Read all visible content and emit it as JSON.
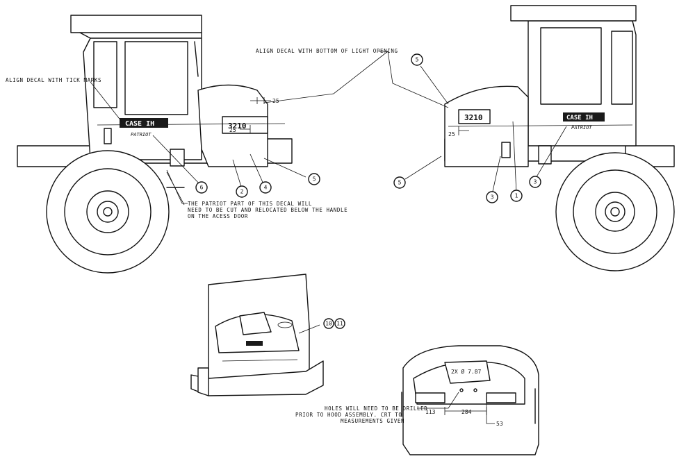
{
  "notes": {
    "align_tick": "ALIGN DECAL WITH TICK MARKS",
    "align_light": "ALIGN DECAL WITH BOTTOM OF LIGHT OPENING",
    "patriot_1": "THE PATRIOT PART OF THIS DECAL WILL",
    "patriot_2": "NEED TO BE CUT AND RELOCATED BELOW THE HANDLE",
    "patriot_3": "ON THE ACESS DOOR",
    "holes_1": "HOLES WILL NEED TO BE DRILLED",
    "holes_2": "PRIOR TO HOOD ASSEMBLY. CRT TO",
    "holes_3": "MEASUREMENTS GIVEN"
  },
  "left_view": {
    "model": "3210",
    "brand": "CASE IH",
    "sub": "PATRIOT",
    "dims": [
      "25",
      "25"
    ],
    "callouts": [
      "6",
      "2",
      "4",
      "5"
    ]
  },
  "right_view": {
    "model": "3210",
    "brand": "CASE IH",
    "sub": "PATRIOT",
    "dims": [
      "25"
    ],
    "callouts": [
      "5",
      "5",
      "3",
      "1",
      "3"
    ]
  },
  "front_view": {
    "callout_a": "10",
    "callout_b": "11"
  },
  "detail_view": {
    "holes_dim": "2X Ø 7.87",
    "dims": [
      "113",
      "284",
      "53"
    ]
  }
}
